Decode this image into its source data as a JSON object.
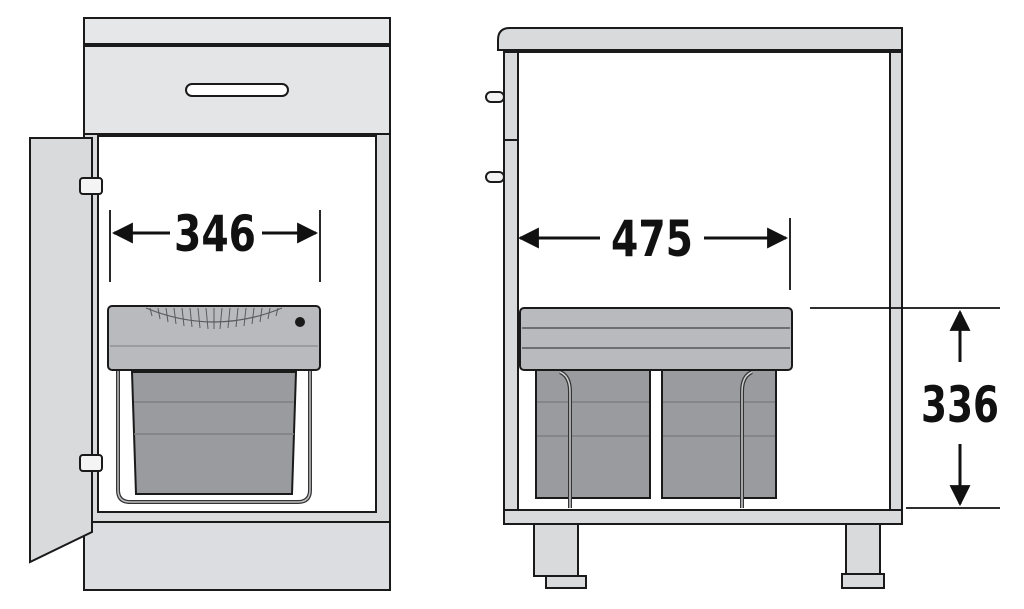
{
  "dimensions": {
    "front_width": "346",
    "side_depth": "475",
    "side_height": "336"
  },
  "colors": {
    "cabinet_fill": "#d9dadc",
    "cabinet_panel": "#e4e5e7",
    "bin_fill": "#9a9b9e",
    "bin_dark": "#85868a",
    "lid_fill": "#b9babd",
    "frame_stroke": "#333333",
    "outline": "#1a1a1a"
  }
}
